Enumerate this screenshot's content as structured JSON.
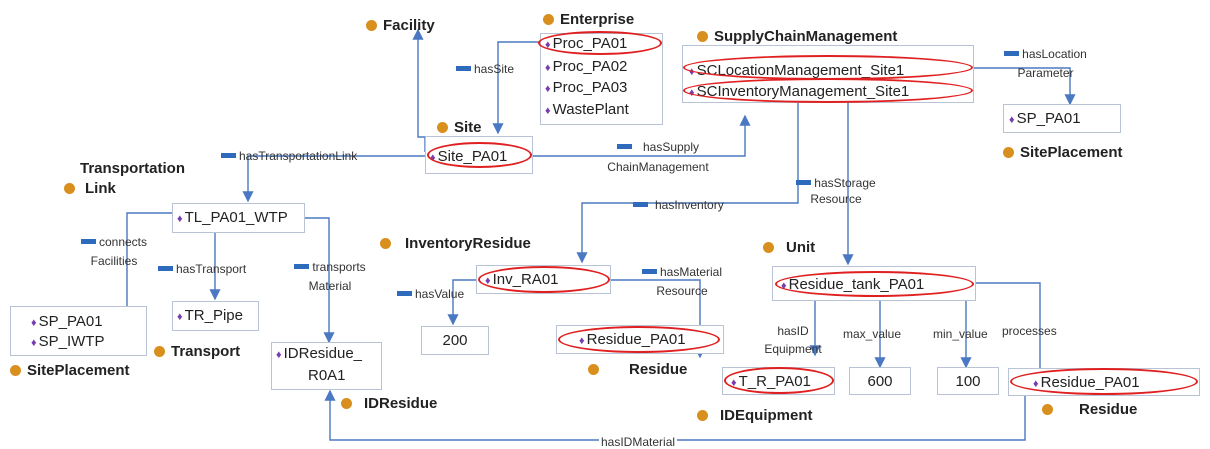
{
  "classes": {
    "facility": "Facility",
    "enterprise": "Enterprise",
    "supply_chain_management": "SupplyChainManagement",
    "site": "Site",
    "site_placement_right": "SitePlacement",
    "transportation_link_1": "Transportation",
    "transportation_link_2": "Link",
    "inventory_residue": "InventoryResidue",
    "unit": "Unit",
    "transport": "Transport",
    "site_placement_left": "SitePlacement",
    "residue_mid": "Residue",
    "id_residue": "IDResidue",
    "id_equipment": "IDEquipment",
    "residue_right": "Residue"
  },
  "instances": {
    "enterprise_items": [
      "Proc_PA01",
      "Proc_PA02",
      "Proc_PA03",
      "WastePlant"
    ],
    "scm_items": [
      "SCLocationManagement_Site1",
      "SCInventoryManagement_Site1"
    ],
    "sp_right": "SP_PA01",
    "site": "Site_PA01",
    "tl": "TL_PA01_WTP",
    "sp_left_items": [
      "SP_PA01",
      "SP_IWTP"
    ],
    "tr_pipe": "TR_Pipe",
    "id_residue_1": "IDResidue_",
    "id_residue_2": "R0A1",
    "inv": "Inv_RA01",
    "residue_mid": "Residue_PA01",
    "tank": "Residue_tank_PA01",
    "t_r": "T_R_PA01",
    "residue_right": "Residue_PA01"
  },
  "values": {
    "v200": "200",
    "v600": "600",
    "v100": "100"
  },
  "relations": {
    "has_site": "hasSite",
    "has_location_1": "hasLocation",
    "has_location_2": "Parameter",
    "has_supply_1": "hasSupply",
    "has_supply_2": "ChainManagement",
    "has_transportation_link": "hasTransportationLink",
    "has_storage_1": "hasStorage",
    "has_storage_2": "Resource",
    "has_inventory": "hasInventory",
    "connects_1": "connects",
    "connects_2": "Facilities",
    "has_transport": "hasTransport",
    "transports_1": "transports",
    "transports_2": "Material",
    "has_material_1": "hasMaterial",
    "has_material_2": "Resource",
    "has_value": "hasValue",
    "processes": "processes",
    "has_id_eq_1": "hasID",
    "has_id_eq_2": "Equipment",
    "max_value": "max_value",
    "min_value": "min_value",
    "has_id_material": "hasIDMaterial"
  },
  "colors": {
    "connector": "#4a78c2",
    "class_dot": "#d98f1d",
    "highlight": "#e02020",
    "instance_marker": "#7a3bb0"
  }
}
